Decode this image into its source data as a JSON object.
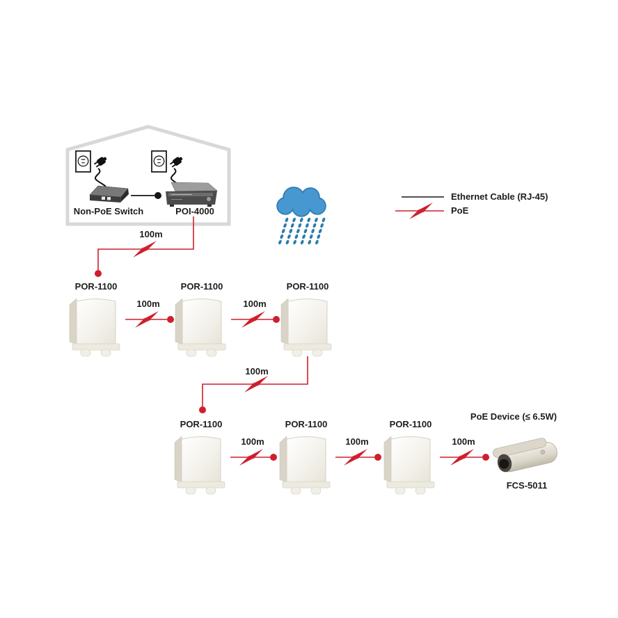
{
  "house": {
    "switch_label": "Non-PoE Switch",
    "injector_label": "POI-4000"
  },
  "legend": {
    "ethernet_label": "Ethernet Cable (RJ-45)",
    "poe_label": "PoE"
  },
  "units": [
    {
      "label": "POR-1100"
    },
    {
      "label": "POR-1100"
    },
    {
      "label": "POR-1100"
    },
    {
      "label": "POR-1100"
    },
    {
      "label": "POR-1100"
    },
    {
      "label": "POR-1100"
    }
  ],
  "links": [
    {
      "label": "100m"
    },
    {
      "label": "100m"
    },
    {
      "label": "100m"
    },
    {
      "label": "100m"
    },
    {
      "label": "100m"
    },
    {
      "label": "100m"
    },
    {
      "label": "100m"
    }
  ],
  "camera": {
    "type_label": "PoE Device (≤ 6.5W)",
    "model_label": "FCS-5011"
  },
  "colors": {
    "poe_red": "#cd1f2d",
    "cable_black": "#161616",
    "house_gray": "#d8d8d8",
    "cloud_blue": "#4798d1",
    "rain_blue": "#2b7cab",
    "device_ivory": "#f2f0e8"
  }
}
